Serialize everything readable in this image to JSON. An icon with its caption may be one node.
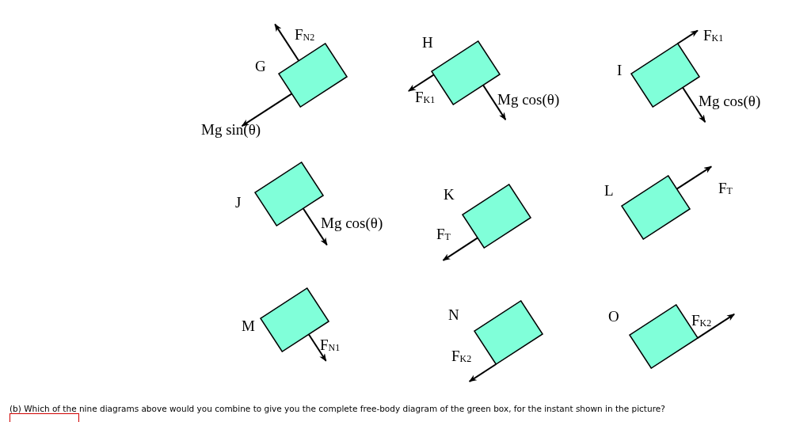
{
  "diagram": {
    "nodes": [
      {
        "text": [],
        "shape": "box",
        "beside": [
          "G"
        ]
      },
      {
        "text": [],
        "shape": "box",
        "beside": [
          "H"
        ]
      },
      {
        "text": [],
        "shape": "box",
        "beside": [
          "I"
        ]
      },
      {
        "text": [],
        "shape": "box",
        "beside": [
          "J"
        ]
      },
      {
        "text": [],
        "shape": "box",
        "beside": [
          "K"
        ]
      },
      {
        "text": [],
        "shape": "box",
        "beside": [
          "L"
        ]
      },
      {
        "text": [],
        "shape": "box",
        "beside": [
          "M"
        ]
      },
      {
        "text": [],
        "shape": "box",
        "beside": [
          "N"
        ]
      },
      {
        "text": [],
        "shape": "box",
        "beside": [
          "O"
        ]
      }
    ],
    "edges": [
      {
        "from": 0,
        "to": null,
        "arrow": "to",
        "label": "F$_{N2}$"
      },
      {
        "from": 0,
        "to": null,
        "arrow": "to",
        "label": "Mg sin(θ)"
      },
      {
        "from": 1,
        "to": null,
        "arrow": "to",
        "label": "F$_{K1}$"
      },
      {
        "from": 1,
        "to": null,
        "arrow": "to",
        "label": "Mg cos(θ)"
      },
      {
        "from": 2,
        "to": null,
        "arrow": "to",
        "label": "F$_{K1}$"
      },
      {
        "from": 2,
        "to": null,
        "arrow": "to",
        "label": "Mg cos(θ)"
      },
      {
        "from": 3,
        "to": null,
        "arrow": "to",
        "label": "Mg cos(θ)"
      },
      {
        "from": 4,
        "to": null,
        "arrow": "to",
        "label": "F$_{T}$"
      },
      {
        "from": 5,
        "to": null,
        "arrow": "to",
        "label": "F$_{T}$"
      },
      {
        "from": 6,
        "to": null,
        "arrow": "to",
        "label": "F$_{N1}$"
      },
      {
        "from": 7,
        "to": null,
        "arrow": "to",
        "label": "F$_{K2}$"
      },
      {
        "from": 8,
        "to": null,
        "arrow": "to",
        "label": "F$_{K2}$"
      }
    ],
    "labels": [
      "(b) Which of the nine diagrams above would you combine to give you the complete free-body diagram of the green box, for the instant shown in the picture?"
    ]
  }
}
